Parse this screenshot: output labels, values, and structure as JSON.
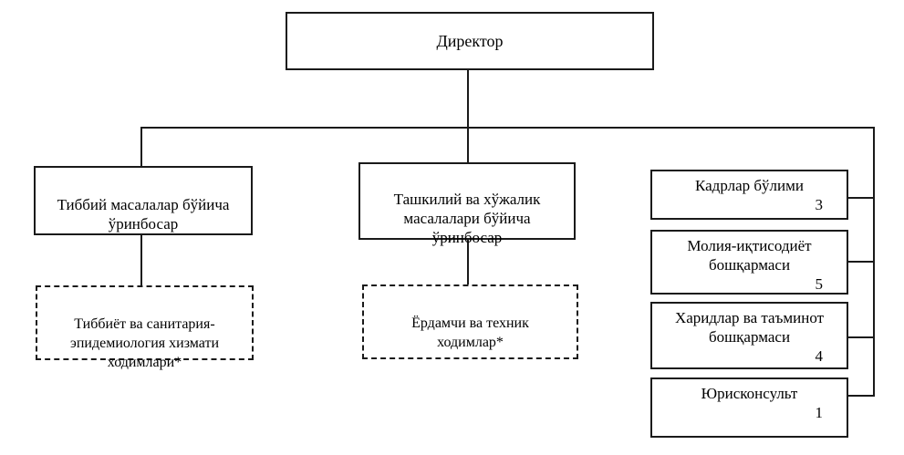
{
  "diagram": {
    "type": "org-chart",
    "director": {
      "label": "Директор"
    },
    "deputies": [
      {
        "label": "Тиббий масалалар бўйича\nўринбосар"
      },
      {
        "label": "Ташкилий ва хўжалик\nмасалалари бўйича\nўринбосар"
      }
    ],
    "staff_groups": [
      {
        "label": "Тиббиёт ва санитария-\nэпидемиология хизмати\nходимлари*"
      },
      {
        "label": "Ёрдамчи ва техник\nходимлар*"
      }
    ],
    "units": [
      {
        "label": "Кадрлар бўлими",
        "count": "3"
      },
      {
        "label": "Молия-иқтисодиёт\nбошқармаси",
        "count": "5"
      },
      {
        "label": "Харидлар ва таъминот\nбошқармаси",
        "count": "4"
      },
      {
        "label": "Юрисконсульт",
        "count": "1"
      }
    ],
    "colors": {
      "line": "#1a1a1a",
      "background": "#ffffff",
      "text": "#000000"
    }
  }
}
